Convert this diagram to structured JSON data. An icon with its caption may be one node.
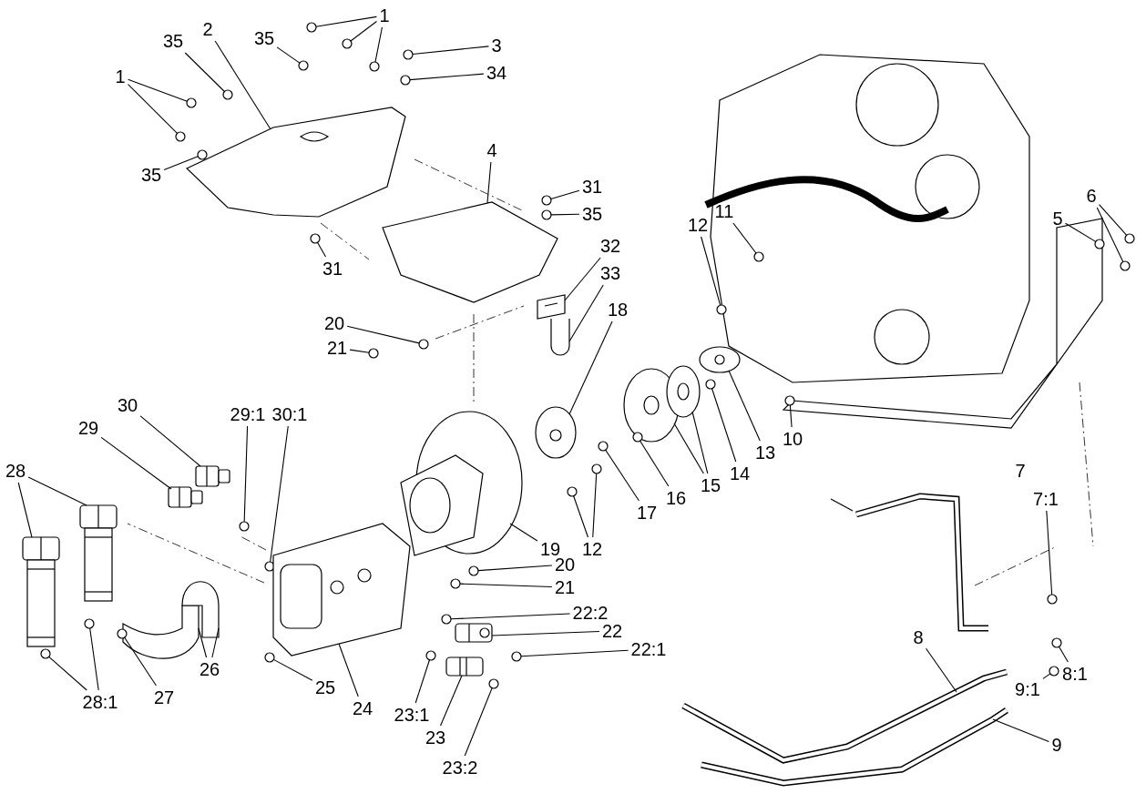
{
  "diagram": {
    "nodes": [
      {
        "text": [
          "1"
        ]
      },
      {
        "text": [
          "35"
        ]
      },
      {
        "text": [
          "3"
        ]
      },
      {
        "text": [
          "2"
        ]
      },
      {
        "text": [
          "35"
        ]
      },
      {
        "text": [
          "34"
        ]
      },
      {
        "text": [
          "1"
        ]
      },
      {
        "text": [
          "35"
        ]
      },
      {
        "text": [
          "4"
        ]
      },
      {
        "text": [
          "31"
        ]
      },
      {
        "text": [
          "35"
        ]
      },
      {
        "text": [
          "5"
        ]
      },
      {
        "text": [
          "6"
        ]
      },
      {
        "text": [
          "11"
        ]
      },
      {
        "text": [
          "12"
        ]
      },
      {
        "text": [
          "32"
        ]
      },
      {
        "text": [
          "31"
        ]
      },
      {
        "text": [
          "33"
        ]
      },
      {
        "text": [
          "18"
        ]
      },
      {
        "text": [
          "20"
        ]
      },
      {
        "text": [
          "21"
        ]
      },
      {
        "text": [
          "30"
        ]
      },
      {
        "text": [
          "29:1"
        ]
      },
      {
        "text": [
          "30:1"
        ]
      },
      {
        "text": [
          "10"
        ]
      },
      {
        "text": [
          "29"
        ]
      },
      {
        "text": [
          "13"
        ]
      },
      {
        "text": [
          "14"
        ]
      },
      {
        "text": [
          "28"
        ]
      },
      {
        "text": [
          "15"
        ]
      },
      {
        "text": [
          "16"
        ]
      },
      {
        "text": [
          "17"
        ]
      },
      {
        "text": [
          "12"
        ]
      },
      {
        "text": [
          "19"
        ]
      },
      {
        "text": [
          "7:1"
        ]
      },
      {
        "text": [
          "20"
        ]
      },
      {
        "text": [
          "21"
        ]
      },
      {
        "text": [
          "22:2"
        ]
      },
      {
        "text": [
          "22"
        ]
      },
      {
        "text": [
          "8"
        ]
      },
      {
        "text": [
          "22:1"
        ]
      },
      {
        "text": [
          "26"
        ]
      },
      {
        "text": [
          "8:1"
        ]
      },
      {
        "text": [
          "28:1"
        ]
      },
      {
        "text": [
          "27"
        ]
      },
      {
        "text": [
          "25"
        ]
      },
      {
        "text": [
          "24"
        ]
      },
      {
        "text": [
          "23:1"
        ]
      },
      {
        "text": [
          "9:1"
        ]
      },
      {
        "text": [
          "9"
        ]
      },
      {
        "text": [
          "23"
        ]
      },
      {
        "text": [
          "23:2"
        ]
      },
      {
        "text": [],
        "shape": "circle"
      },
      {
        "text": [],
        "shape": "circle"
      },
      {
        "text": [],
        "shape": "circle"
      },
      {
        "text": [],
        "shape": "circle"
      },
      {
        "text": [],
        "shape": "circle"
      },
      {
        "text": [],
        "shape": "picture"
      },
      {
        "text": [],
        "shape": "circle"
      },
      {
        "text": [],
        "shape": "circle"
      },
      {
        "text": [],
        "shape": "circle"
      },
      {
        "text": [],
        "shape": "circle"
      },
      {
        "text": [],
        "shape": "circle"
      },
      {
        "text": [],
        "shape": "picture"
      },
      {
        "text": [],
        "shape": "circle"
      },
      {
        "text": [],
        "shape": "circle"
      },
      {
        "text": [],
        "shape": "circle"
      },
      {
        "text": [],
        "shape": "circle"
      },
      {
        "text": [],
        "shape": "circle"
      },
      {
        "text": [],
        "shape": "circle"
      },
      {
        "text": [],
        "shape": "circle"
      },
      {
        "text": [],
        "shape": "picture"
      },
      {
        "text": [],
        "shape": "circle"
      },
      {
        "text": [],
        "shape": "picture"
      },
      {
        "text": [],
        "shape": "picture"
      },
      {
        "text": [],
        "shape": "circle"
      },
      {
        "text": [],
        "shape": "circle"
      },
      {
        "text": [],
        "shape": "picture"
      },
      {
        "text": [],
        "shape": "circle"
      },
      {
        "text": [],
        "shape": "circle"
      },
      {
        "text": [],
        "shape": "circle"
      },
      {
        "text": [],
        "shape": "picture"
      },
      {
        "text": [],
        "shape": "picture"
      },
      {
        "text": [],
        "shape": "circle"
      },
      {
        "text": [],
        "shape": "picture"
      },
      {
        "text": [],
        "shape": "picture"
      },
      {
        "text": [],
        "shape": "picture"
      },
      {
        "text": [],
        "shape": "picture"
      },
      {
        "text": [],
        "shape": "circle"
      },
      {
        "text": [],
        "shape": "circle"
      },
      {
        "text": [],
        "shape": "circle"
      },
      {
        "text": [],
        "shape": "circle"
      },
      {
        "text": [],
        "shape": "picture"
      },
      {
        "text": [],
        "shape": "circle"
      },
      {
        "text": [],
        "shape": "circle"
      },
      {
        "text": [],
        "shape": "circle"
      },
      {
        "text": [],
        "shape": "circle"
      },
      {
        "text": [],
        "shape": "picture"
      },
      {
        "text": [],
        "shape": "picture"
      },
      {
        "text": [],
        "shape": "circle"
      },
      {
        "text": [],
        "shape": "picture"
      },
      {
        "text": [],
        "shape": "picture"
      },
      {
        "text": [],
        "shape": "circle"
      },
      {
        "text": [],
        "shape": "circle"
      },
      {
        "text": [],
        "shape": "circle"
      },
      {
        "text": [],
        "shape": "circle"
      },
      {
        "text": [],
        "shape": "circle"
      },
      {
        "text": [],
        "shape": "picture"
      },
      {
        "text": [],
        "shape": "circle"
      },
      {
        "text": [],
        "shape": "circle"
      },
      {
        "text": [],
        "shape": "picture"
      },
      {
        "text": [],
        "shape": "picture"
      },
      {
        "text": [],
        "shape": "circle"
      }
    ],
    "edges": [
      {
        "from": 0,
        "to": 52,
        "arrow": "none"
      },
      {
        "from": 0,
        "to": 53,
        "arrow": "none"
      },
      {
        "from": 0,
        "to": 54,
        "arrow": "none"
      },
      {
        "from": 1,
        "to": 55,
        "arrow": "none"
      },
      {
        "from": 2,
        "to": 56,
        "arrow": "none"
      },
      {
        "from": 3,
        "to": 57,
        "arrow": "none"
      },
      {
        "from": 4,
        "to": 58,
        "arrow": "none"
      },
      {
        "from": 5,
        "to": 59,
        "arrow": "none"
      },
      {
        "from": 6,
        "to": 60,
        "arrow": "none"
      },
      {
        "from": 6,
        "to": 61,
        "arrow": "none"
      },
      {
        "from": 7,
        "to": 62,
        "arrow": "none"
      },
      {
        "from": 8,
        "to": 63,
        "arrow": "none"
      },
      {
        "from": 9,
        "to": 64,
        "arrow": "none"
      },
      {
        "from": 10,
        "to": 65,
        "arrow": "none"
      },
      {
        "from": 11,
        "to": 66,
        "arrow": "none"
      },
      {
        "from": 12,
        "to": 67,
        "arrow": "none"
      },
      {
        "from": 12,
        "to": 68,
        "arrow": "none"
      },
      {
        "from": 13,
        "to": 69,
        "arrow": "none"
      },
      {
        "from": 14,
        "to": 70,
        "arrow": "none"
      },
      {
        "from": 15,
        "to": 71,
        "arrow": "none"
      },
      {
        "from": 16,
        "to": 72,
        "arrow": "none"
      },
      {
        "from": 17,
        "to": 73,
        "arrow": "none"
      },
      {
        "from": 18,
        "to": 74,
        "arrow": "none"
      },
      {
        "from": 19,
        "to": 75,
        "arrow": "none"
      },
      {
        "from": 20,
        "to": 76,
        "arrow": "none"
      },
      {
        "from": 21,
        "to": 77,
        "arrow": "none"
      },
      {
        "from": 22,
        "to": 78,
        "arrow": "none"
      },
      {
        "from": 23,
        "to": 79,
        "arrow": "none"
      },
      {
        "from": 24,
        "to": 80,
        "arrow": "none"
      },
      {
        "from": 25,
        "to": 81,
        "arrow": "none"
      },
      {
        "from": 26,
        "to": 82,
        "arrow": "none"
      },
      {
        "from": 27,
        "to": 83,
        "arrow": "none"
      },
      {
        "from": 28,
        "to": 84,
        "arrow": "none"
      },
      {
        "from": 28,
        "to": 85,
        "arrow": "none"
      },
      {
        "from": 29,
        "to": 86,
        "arrow": "none"
      },
      {
        "from": 29,
        "to": 87,
        "arrow": "none"
      },
      {
        "from": 30,
        "to": 88,
        "arrow": "none"
      },
      {
        "from": 31,
        "to": 89,
        "arrow": "none"
      },
      {
        "from": 32,
        "to": 90,
        "arrow": "none"
      },
      {
        "from": 32,
        "to": 91,
        "arrow": "none"
      },
      {
        "from": 33,
        "to": 92,
        "arrow": "none"
      },
      {
        "from": 34,
        "to": 93,
        "arrow": "none"
      },
      {
        "from": 35,
        "to": 94,
        "arrow": "none"
      },
      {
        "from": 36,
        "to": 95,
        "arrow": "none"
      },
      {
        "from": 37,
        "to": 96,
        "arrow": "none"
      },
      {
        "from": 38,
        "to": 97,
        "arrow": "none"
      },
      {
        "from": 39,
        "to": 98,
        "arrow": "none"
      },
      {
        "from": 40,
        "to": 99,
        "arrow": "none"
      },
      {
        "from": 41,
        "to": 100,
        "arrow": "none"
      },
      {
        "from": 41,
        "to": 101,
        "arrow": "none"
      },
      {
        "from": 42,
        "to": 102,
        "arrow": "none"
      },
      {
        "from": 43,
        "to": 103,
        "arrow": "none"
      },
      {
        "from": 43,
        "to": 104,
        "arrow": "none"
      },
      {
        "from": 44,
        "to": 105,
        "arrow": "none"
      },
      {
        "from": 45,
        "to": 106,
        "arrow": "none"
      },
      {
        "from": 46,
        "to": 107,
        "arrow": "none"
      },
      {
        "from": 47,
        "to": 108,
        "arrow": "none"
      },
      {
        "from": 48,
        "to": 109,
        "arrow": "none"
      },
      {
        "from": 49,
        "to": 110,
        "arrow": "none"
      },
      {
        "from": 50,
        "to": 111,
        "arrow": "none"
      },
      {
        "from": 51,
        "to": 112,
        "arrow": "none"
      }
    ],
    "labels": [
      "7"
    ]
  }
}
